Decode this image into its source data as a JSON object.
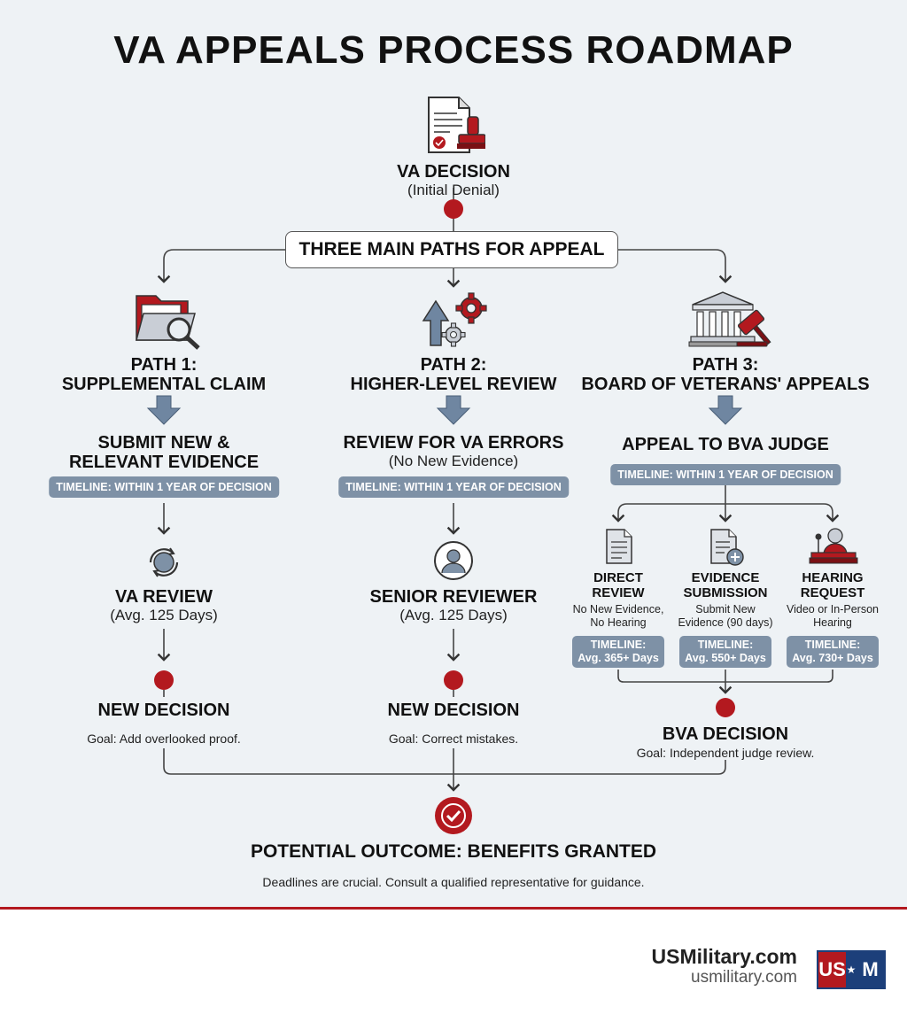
{
  "title": "VA APPEALS PROCESS ROADMAP",
  "start": {
    "heading": "VA DECISION",
    "sub": "(Initial Denial)"
  },
  "paths_box": "THREE MAIN PATHS FOR APPEAL",
  "path1": {
    "title_line1": "PATH 1:",
    "title_line2": "SUPPLEMENTAL CLAIM",
    "step_line1": "SUBMIT NEW &",
    "step_line2": "RELEVANT EVIDENCE",
    "timeline": "TIMELINE: WITHIN 1 YEAR OF DECISION",
    "review_heading": "VA REVIEW",
    "review_sub": "(Avg. 125 Days)",
    "decision": "NEW DECISION",
    "goal": "Goal: Add overlooked proof."
  },
  "path2": {
    "title_line1": "PATH 2:",
    "title_line2": "HIGHER-LEVEL REVIEW",
    "step": "REVIEW FOR VA ERRORS",
    "step_sub": "(No New Evidence)",
    "timeline": "TIMELINE: WITHIN 1 YEAR OF DECISION",
    "review_heading": "SENIOR REVIEWER",
    "review_sub": "(Avg. 125 Days)",
    "decision": "NEW DECISION",
    "goal": "Goal: Correct mistakes."
  },
  "path3": {
    "title_line1": "PATH 3:",
    "title_line2": "BOARD OF VETERANS' APPEALS",
    "step": "APPEAL TO BVA JUDGE",
    "timeline": "TIMELINE: WITHIN 1 YEAR OF DECISION",
    "options": [
      {
        "head1": "DIRECT",
        "head2": "REVIEW",
        "desc1": "No New Evidence,",
        "desc2": "No Hearing",
        "tl1": "TIMELINE:",
        "tl2": "Avg. 365+ Days"
      },
      {
        "head1": "EVIDENCE",
        "head2": "SUBMISSION",
        "desc1": "Submit New",
        "desc2": "Evidence (90 days)",
        "tl1": "TIMELINE:",
        "tl2": "Avg. 550+ Days"
      },
      {
        "head1": "HEARING",
        "head2": "REQUEST",
        "desc1": "Video or In-Person",
        "desc2": "Hearing",
        "tl1": "TIMELINE:",
        "tl2": "Avg. 730+ Days"
      }
    ],
    "decision": "BVA DECISION",
    "goal": "Goal: Independent judge review."
  },
  "outcome": {
    "heading": "POTENTIAL OUTCOME: BENEFITS GRANTED",
    "note": "Deadlines are crucial. Consult a qualified representative for guidance."
  },
  "brand": {
    "name": "USMilitary.com",
    "url": "usmilitary.com",
    "logo_left": "US",
    "logo_star": "★",
    "logo_right": "M"
  },
  "colors": {
    "accent_red": "#b3191f",
    "pill_gray": "#7e91a6",
    "arrow_blue": "#6f86a1",
    "background": "#eef2f5"
  },
  "icons": [
    "document-stamp-icon",
    "folder-search-icon",
    "arrow-gear-icon",
    "courthouse-gavel-icon",
    "refresh-cycle-icon",
    "person-icon",
    "document-icon",
    "document-plus-icon",
    "speaker-podium-icon",
    "checkmark-icon"
  ]
}
